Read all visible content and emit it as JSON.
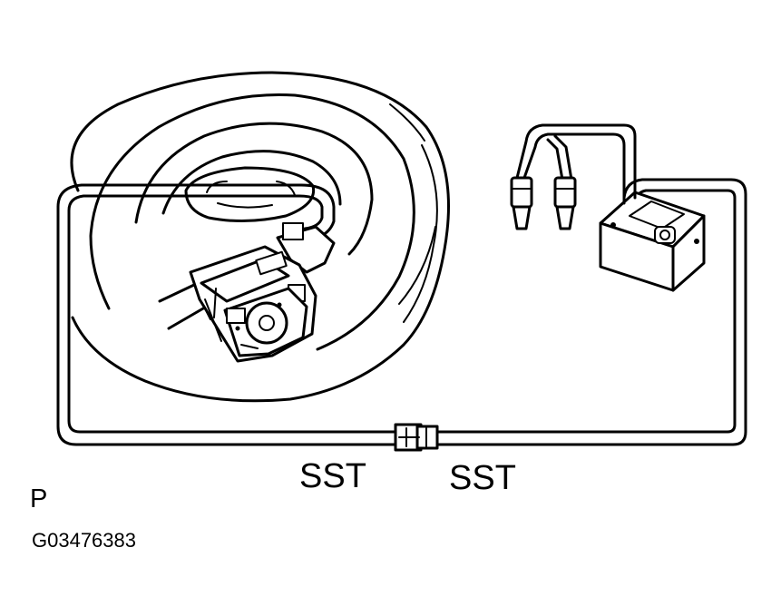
{
  "labels": {
    "sst_left": "SST",
    "sst_right": "SST",
    "view_letter": "P",
    "figure_code": "G03476383"
  },
  "colors": {
    "line": "#000000",
    "background": "#ffffff"
  }
}
